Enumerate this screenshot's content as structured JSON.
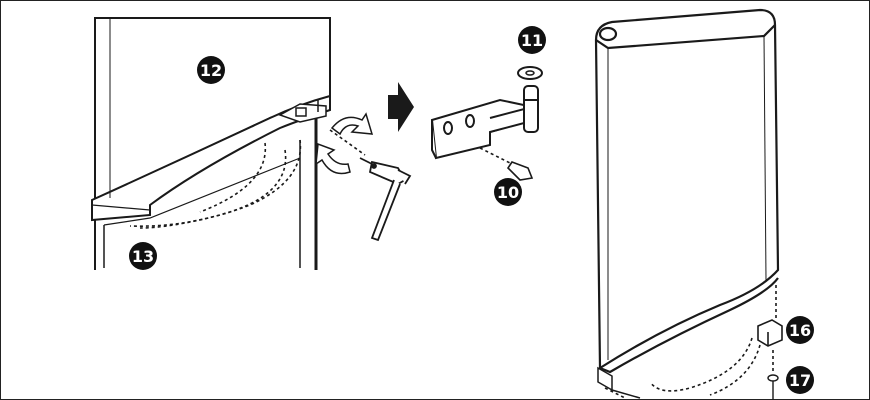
{
  "callouts": [
    {
      "label": "11",
      "part": "hinge-washer"
    },
    {
      "label": "12",
      "part": "freezer-door"
    },
    {
      "label": "13",
      "part": "door-bottom-edge"
    },
    {
      "label": "10",
      "part": "hinge-bolt"
    },
    {
      "label": "16",
      "part": "door-stopper"
    },
    {
      "label": "17",
      "part": "stopper-screw"
    }
  ],
  "colors": {
    "line": "#1a1a1a",
    "fill": "#ffffff",
    "badge": "#111111",
    "panel": "#f4f4f4"
  },
  "icons": [
    "rotate-arrows-icon",
    "direction-arrow-icon"
  ]
}
